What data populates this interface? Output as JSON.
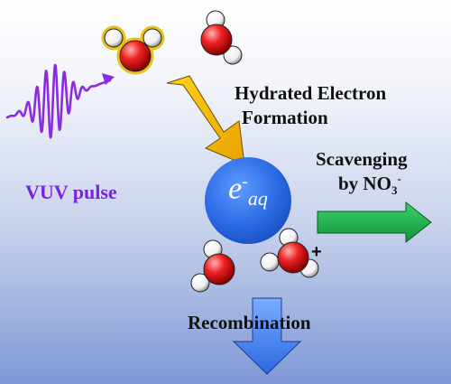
{
  "labels": {
    "hydrated_line1": "Hydrated Electron",
    "hydrated_line2": "Formation",
    "scavenging_line1": "Scavenging",
    "scavenging_line2_text": "by NO",
    "scavenging_line2_sub": "3",
    "scavenging_line2_sup": "-",
    "recombination": "Recombination",
    "vuv_pulse": "VUV pulse",
    "cation_charge": "+",
    "electron_symbol": "e",
    "electron_sup": "-",
    "electron_sub": "aq"
  },
  "colors": {
    "vuv_wave": "#8a2be2",
    "yellow_arrow": "#f5b800",
    "green_arrow": "#21b94f",
    "blue_arrow": "#3d7cf0",
    "electron_sphere": "#2a6ae0",
    "oxygen": "#dd1111",
    "hydrogen": "#ffffff",
    "highlight_ring": "#e8c21a"
  },
  "icons": {
    "molecules": [
      "water-molecule-icon",
      "water-molecule-icon",
      "water-molecule-icon",
      "hydronium-molecule-icon"
    ]
  }
}
